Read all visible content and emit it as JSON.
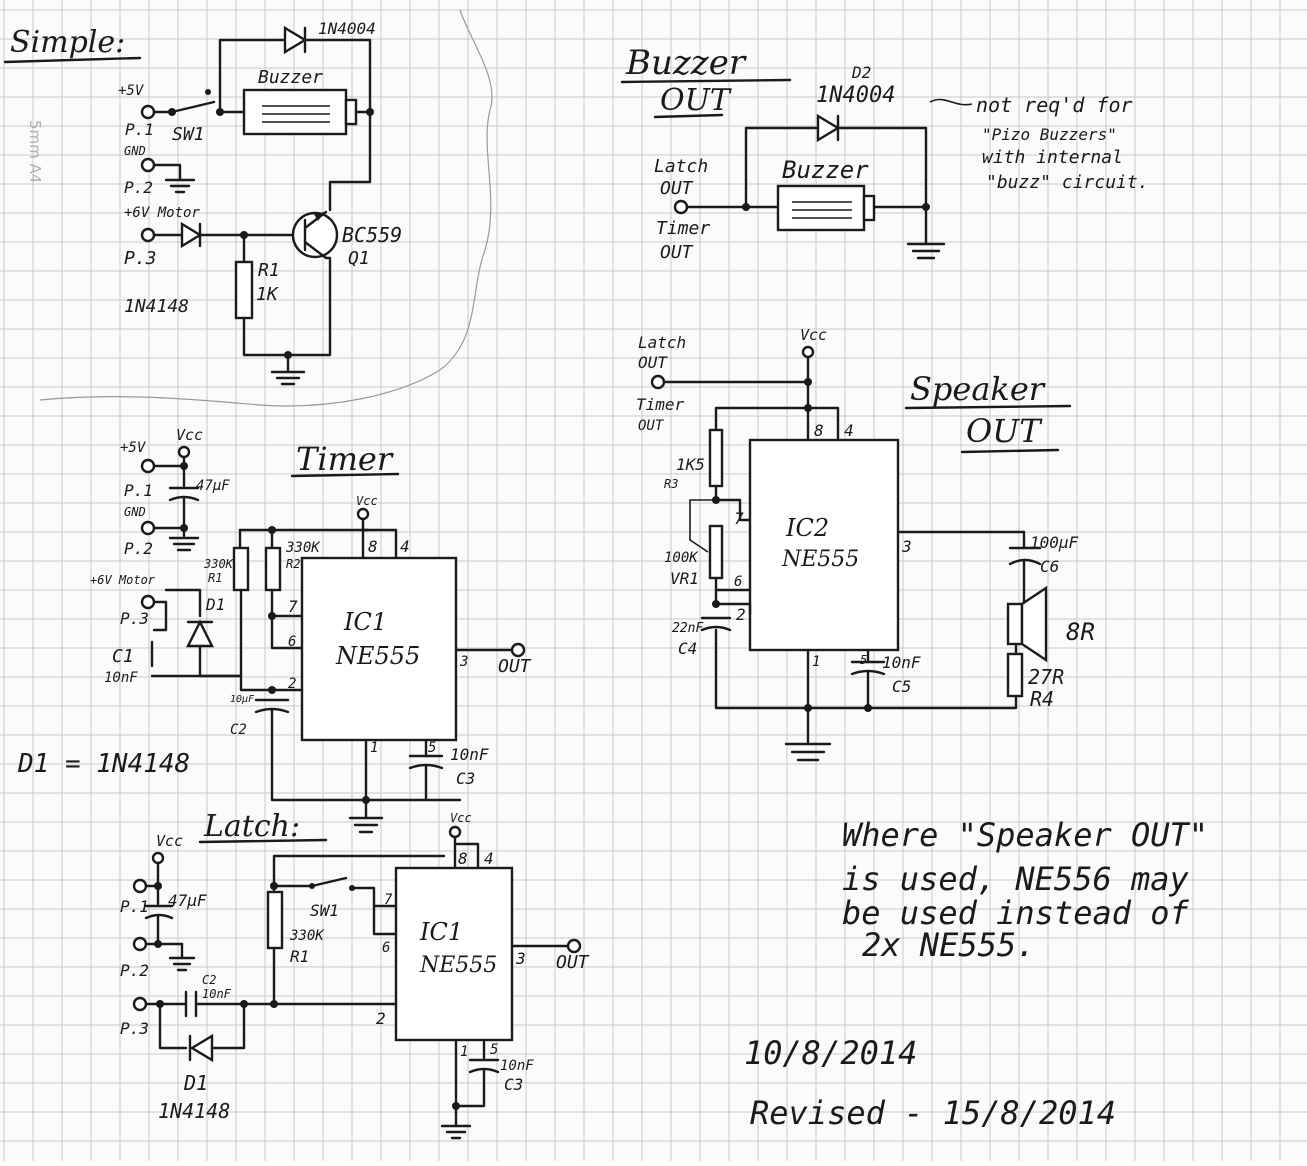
{
  "sections": {
    "simple": "Simple:",
    "buzzer": [
      "Buzzer",
      "OUT"
    ],
    "speaker": [
      "Speaker",
      "OUT"
    ],
    "timer": "Timer",
    "latch": "Latch:"
  },
  "paper": {
    "watermark": "5mm A4"
  },
  "simple": {
    "plus5v": "+5V",
    "p1": "P.1",
    "sw1": "SW1",
    "gnd": "GND",
    "p2": "P.2",
    "motor": "+6V Motor",
    "p3": "P.3",
    "diode_top": "1N4004",
    "buzzer": "Buzzer",
    "r1": "R1",
    "r1_val": "1K",
    "transistor": "BC559",
    "q1": "Q1",
    "diode_bottom": "1N4148"
  },
  "buzzer_out": {
    "d2": "D2",
    "diode": "1N4004",
    "note": [
      "not req'd for",
      "\"Pizo Buzzers\"",
      "with internal",
      "\"buzz\" circuit."
    ],
    "latch": [
      "Latch",
      "OUT"
    ],
    "timer": [
      "Timer",
      "OUT"
    ],
    "buzzer": "Buzzer"
  },
  "speaker_out": {
    "latch": [
      "Latch",
      "OUT"
    ],
    "timer": [
      "Timer",
      "OUT"
    ],
    "vcc": "Vcc",
    "pin8": "8",
    "pin4": "4",
    "pin7": "7",
    "pin6": "6",
    "pin2": "2",
    "pin3": "3",
    "pin1": "1",
    "pin5": "5",
    "r3_val": "1K5",
    "r3": "R3",
    "vr1_val": "100K",
    "vr1": "VR1",
    "c4_val": "22nF",
    "c4": "C4",
    "ic": "IC2",
    "chip": "NE555",
    "c6_val": "100μF",
    "c6": "C6",
    "c5_val": "10nF",
    "c5": "C5",
    "spk": "8R",
    "r4_val": "27R",
    "r4": "R4"
  },
  "timer": {
    "plus5v": "+5V",
    "vcc": "Vcc",
    "p1": "P.1",
    "cap": "47μF",
    "gnd": "GND",
    "p2": "P.2",
    "r1_val": "330K",
    "r1": "R1",
    "r2_val": "330K",
    "r2": "R2",
    "vcc2": "Vcc",
    "pin8": "8",
    "pin4": "4",
    "motor": "+6V Motor",
    "p3": "P.3",
    "d1": "D1",
    "pin7": "7",
    "pin6": "6",
    "pin2": "2",
    "pin3": "3",
    "pin1": "1",
    "pin5": "5",
    "ic": "IC1",
    "chip": "NE555",
    "out": "OUT",
    "c1": "C1",
    "c1_val": "10nF",
    "c2_val": "10μF",
    "c2": "C2",
    "c3_val": "10nF",
    "c3": "C3",
    "d1_note": "D1 = 1N4148"
  },
  "latch": {
    "vcc": "Vcc",
    "p1": "P.1",
    "cap": "47μF",
    "p2": "P.2",
    "r1_val": "330K",
    "r1": "R1",
    "sw1": "SW1",
    "vcc2": "Vcc",
    "pin8": "8",
    "pin4": "4",
    "pin7": "7",
    "pin6": "6",
    "pin2": "2",
    "pin3": "3",
    "pin1": "1",
    "pin5": "5",
    "ic": "IC1",
    "chip": "NE555",
    "out": "OUT",
    "c2": "C2",
    "c2_val": "10nF",
    "p3": "P.3",
    "d1": "D1",
    "d1_part": "1N4148",
    "c3_val": "10nF",
    "c3": "C3"
  },
  "notes": {
    "lines": [
      "Where \"Speaker OUT\"",
      "is used, NE556 may",
      "be used instead of",
      "2x NE555."
    ],
    "date": "10/8/2014",
    "revised": "Revised - 15/8/2014"
  }
}
